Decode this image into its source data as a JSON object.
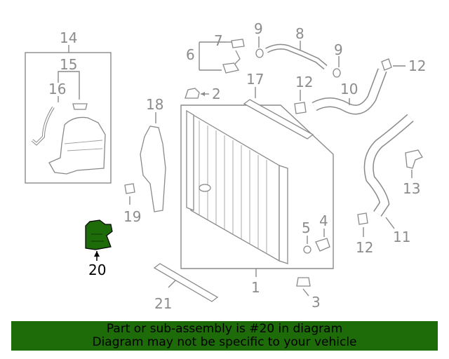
{
  "callouts": {
    "c1": "1",
    "c2": "2",
    "c3": "3",
    "c4": "4",
    "c5": "5",
    "c6": "6",
    "c7": "7",
    "c8": "8",
    "c9a": "9",
    "c9b": "9",
    "c10": "10",
    "c11": "11",
    "c12a": "12",
    "c12b": "12",
    "c12c": "12",
    "c13": "13",
    "c14": "14",
    "c15": "15",
    "c16": "16",
    "c17": "17",
    "c18": "18",
    "c19": "19",
    "c20": "20",
    "c21": "21"
  },
  "highlight_part": "20",
  "colors": {
    "line": "#8a8a8a",
    "highlight": "#1e6b0a",
    "banner": "#1e6b0a"
  },
  "banner": {
    "line1": "Part or sub-assembly is #20 in diagram",
    "line2": "Diagram may not be specific to your vehicle"
  }
}
